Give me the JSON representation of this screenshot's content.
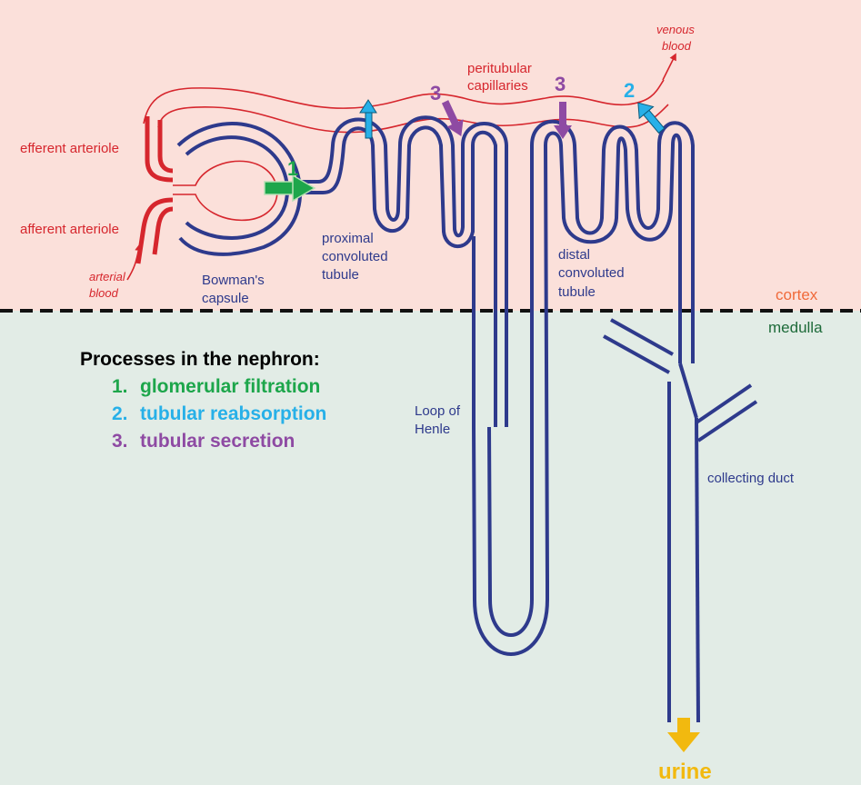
{
  "regions": {
    "cortex": "cortex",
    "medulla": "medulla"
  },
  "labels": {
    "efferent_arteriole": "efferent arteriole",
    "afferent_arteriole": "afferent arteriole",
    "arterial_blood": [
      "arterial",
      "blood"
    ],
    "bowmans_capsule": [
      "Bowman's",
      "capsule"
    ],
    "proximal_tubule": [
      "proximal",
      "convoluted",
      "tubule"
    ],
    "peritubular_capillaries": [
      "peritubular",
      "capillaries"
    ],
    "venous_blood": [
      "venous",
      "blood"
    ],
    "distal_tubule": [
      "distal",
      "convoluted",
      "tubule"
    ],
    "loop_of_henle": [
      "Loop of",
      "Henle"
    ],
    "collecting_duct": "collecting duct",
    "urine": "urine"
  },
  "arrow_numbers": {
    "filtration": "1",
    "reabsorption": "2",
    "secretion": "3"
  },
  "processes": {
    "title": "Processes in the nephron:",
    "items": [
      {
        "num": "1.",
        "text": "glomerular filtration",
        "color": "#1da64b"
      },
      {
        "num": "2.",
        "text": "tubular reabsorption",
        "color": "#27b0e8"
      },
      {
        "num": "3.",
        "text": "tubular secretion",
        "color": "#8e4aa3"
      }
    ]
  },
  "colors": {
    "cortex_bg": "#fbe0da",
    "medulla_bg": "#e2ece6",
    "nephron": "#2e3a8c",
    "vessel": "#d6262d",
    "filtration": "#1da64b",
    "reabsorption": "#27b0e8",
    "secretion": "#8e4aa3",
    "urine": "#f2b90f",
    "cortex_text": "#f06a3a",
    "medulla_text": "#1e6b3a"
  }
}
